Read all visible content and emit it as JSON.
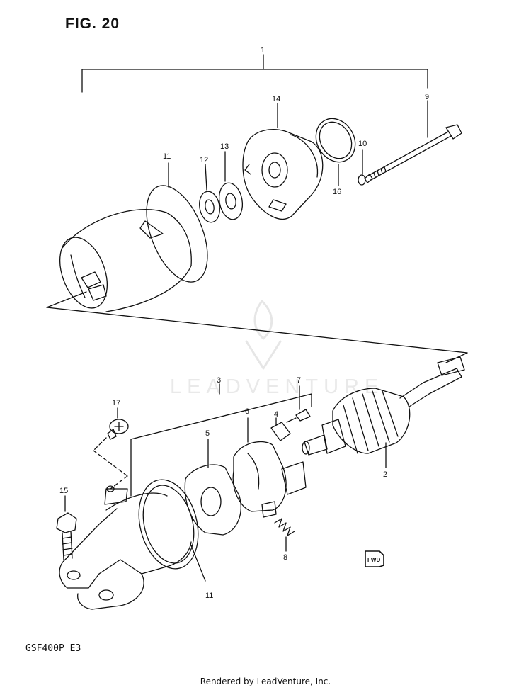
{
  "figure": {
    "title": "FIG. 20",
    "model": "GSF400P  E3"
  },
  "watermark": {
    "text": "LEADVENTURE"
  },
  "footer": {
    "text": "Rendered by LeadVenture, Inc."
  },
  "callouts": {
    "c1": "1",
    "c2": "2",
    "c3": "3",
    "c4": "4",
    "c5": "5",
    "c6": "6",
    "c7": "7",
    "c8": "8",
    "c9": "9",
    "c10": "10",
    "c11a": "11",
    "c11b": "11",
    "c12": "12",
    "c13": "13",
    "c14": "14",
    "c15": "15",
    "c16": "16",
    "c17": "17"
  },
  "fwd_marker": {
    "text": "FWD"
  }
}
